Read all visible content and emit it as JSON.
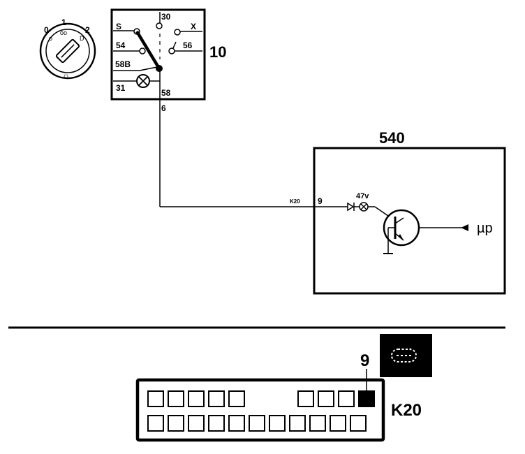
{
  "switch_positions": [
    "0",
    "1",
    "2"
  ],
  "ignition_switch": {
    "terminals": {
      "s": "S",
      "t30": "30",
      "x": "X",
      "t54": "54",
      "t56": "56",
      "t58b": "58B",
      "t31": "31",
      "t58": "58"
    },
    "id": "10",
    "wire_out": "6"
  },
  "module": {
    "id": "540",
    "connector_tag": "K20",
    "pin": "9",
    "bulb_rating": "47v",
    "input_label": "µp"
  },
  "connector": {
    "name": "K20",
    "highlighted_pin": "9",
    "top_row_left_count": 5,
    "top_row_right_count": 4,
    "bottom_row_count": 11
  },
  "colors": {
    "line": "#000000",
    "background": "#ffffff",
    "highlight": "#000000"
  },
  "icons": {
    "switch_dial": "rotary-switch-icon",
    "lamp": "lamp-icon",
    "marker_lamp": "side-marker-lamp-icon"
  }
}
